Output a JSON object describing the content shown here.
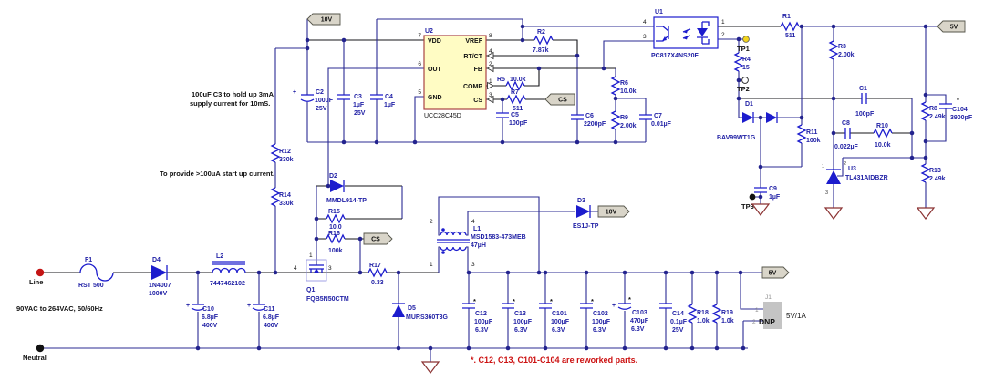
{
  "colors": {
    "wire_blue": "#2b2b93",
    "symbol_blue": "#1c1ccd",
    "label_blue": "#2222a6",
    "chip_fill": "#fffcc4",
    "chip_border": "#a94442",
    "tag_fill": "#d9d5c9",
    "ground_red": "#8b3232",
    "note_red": "#cc1111",
    "line_dot_red": "#c41414"
  },
  "tags": {
    "v10": "10V",
    "v5": "5V",
    "cs": "CS"
  },
  "misc": {
    "star": "*",
    "plus": "+"
  },
  "annotations": {
    "holdup1": "100uF C3 to hold up 3mA",
    "holdup2": "supply current for 10mS.",
    "startup": "To provide >100uA start up current.",
    "input_range": "90VAC to 264VAC, 50/60Hz",
    "line": "Line",
    "neutral": "Neutral",
    "reworked_note": "*. C12, C13, C101-C104 are reworked parts."
  },
  "u2": {
    "ref": "U2",
    "part": "UCC28C45D",
    "pn": {
      "vdd": "VDD",
      "out": "OUT",
      "gnd": "GND",
      "vref": "VREF",
      "rtct": "RT/CT",
      "fb": "FB",
      "comp": "COMP",
      "cs": "CS"
    },
    "num": {
      "p7": "7",
      "p6": "6",
      "p5": "5",
      "p8": "8",
      "p4": "4",
      "p2": "2",
      "p1": "1",
      "p3": "3"
    }
  },
  "u1": {
    "ref": "U1",
    "part": "PC817X4NS20F",
    "num": {
      "p4": "4",
      "p3": "3",
      "p1": "1",
      "p2": "2"
    }
  },
  "u3": {
    "ref": "U3",
    "part": "TL431AIDBZR",
    "num": {
      "p1": "1",
      "p2": "2",
      "p3": "3"
    }
  },
  "l1": {
    "ref": "L1",
    "part": "MSD1583-473MEB",
    "value": "47µH",
    "num": {
      "p1": "1",
      "p2": "2",
      "p3": "3",
      "p4": "4"
    }
  },
  "q1": {
    "ref": "Q1",
    "part": "FQB5N50CTM",
    "num": {
      "p4": "4",
      "p3": "3",
      "p1": "1"
    }
  },
  "j1": {
    "ref": "J1",
    "p1": "1",
    "p2": "2",
    "dnp": "DNP",
    "rating": "5V/1A"
  },
  "tp": {
    "tp1": "TP1",
    "tp2": "TP2",
    "tp3": "TP3"
  },
  "c": {
    "f1": {
      "r": "F1",
      "v": "RST 500"
    },
    "d4": {
      "r": "D4",
      "v": "1N4007",
      "v2": "1000V"
    },
    "l2": {
      "r": "L2",
      "v": "7447462102"
    },
    "c10": {
      "r": "C10",
      "v": "6.8µF",
      "v2": "400V"
    },
    "c11": {
      "r": "C11",
      "v": "6.8µF",
      "v2": "400V"
    },
    "r12": {
      "r": "R12",
      "v": "330k"
    },
    "r14": {
      "r": "R14",
      "v": "330k"
    },
    "d2": {
      "r": "D2",
      "v": "MMDL914-TP"
    },
    "r15": {
      "r": "R15",
      "v": "10.0"
    },
    "r16": {
      "r": "R16",
      "v": "100k"
    },
    "r17": {
      "r": "R17",
      "v": "0.33"
    },
    "d5": {
      "r": "D5",
      "v": "MURS360T3G"
    },
    "c2": {
      "r": "C2",
      "v": "100µF",
      "v2": "25V"
    },
    "c3": {
      "r": "C3",
      "v": "1µF",
      "v2": "25V"
    },
    "c4": {
      "r": "C4",
      "v": "1µF"
    },
    "r2": {
      "r": "R2",
      "v": "7.87k"
    },
    "r5": {
      "r": "R5",
      "v": "10.0k"
    },
    "r7": {
      "r": "R7",
      "v": "511"
    },
    "c5": {
      "r": "C5",
      "v": "100pF"
    },
    "c6": {
      "r": "C6",
      "v": "2200pF"
    },
    "r6": {
      "r": "R6",
      "v": "10.0k"
    },
    "r9": {
      "r": "R9",
      "v": "2.00k"
    },
    "c7": {
      "r": "C7",
      "v": "0.01µF"
    },
    "d3": {
      "r": "D3",
      "v": "ES1J-TP"
    },
    "c12": {
      "r": "C12",
      "v": "100µF",
      "v2": "6.3V"
    },
    "c13": {
      "r": "C13",
      "v": "100µF",
      "v2": "6.3V"
    },
    "c101": {
      "r": "C101",
      "v": "100µF",
      "v2": "6.3V"
    },
    "c102": {
      "r": "C102",
      "v": "100µF",
      "v2": "6.3V"
    },
    "c103": {
      "r": "C103",
      "v": "470µF",
      "v2": "6.3V"
    },
    "c14": {
      "r": "C14",
      "v": "0.1µF",
      "v2": "25V"
    },
    "r18": {
      "r": "R18",
      "v": "1.0k"
    },
    "r19": {
      "r": "R19",
      "v": "1.0k"
    },
    "r1": {
      "r": "R1",
      "v": "511"
    },
    "r4": {
      "r": "R4",
      "v": "15"
    },
    "d1": {
      "r": "D1",
      "v": "BAV99WT1G"
    },
    "r11": {
      "r": "R11",
      "v": "100k"
    },
    "c9": {
      "r": "C9",
      "v": "1µF"
    },
    "r3": {
      "r": "R3",
      "v": "2.00k"
    },
    "c1": {
      "r": "C1",
      "v": "100pF"
    },
    "c8": {
      "r": "C8",
      "v": "0.022µF"
    },
    "r10": {
      "r": "R10",
      "v": "10.0k"
    },
    "r8": {
      "r": "R8",
      "v": "2.49k"
    },
    "c104": {
      "r": "C104",
      "v": "3900pF"
    },
    "r13": {
      "r": "R13",
      "v": "2.49k"
    }
  }
}
